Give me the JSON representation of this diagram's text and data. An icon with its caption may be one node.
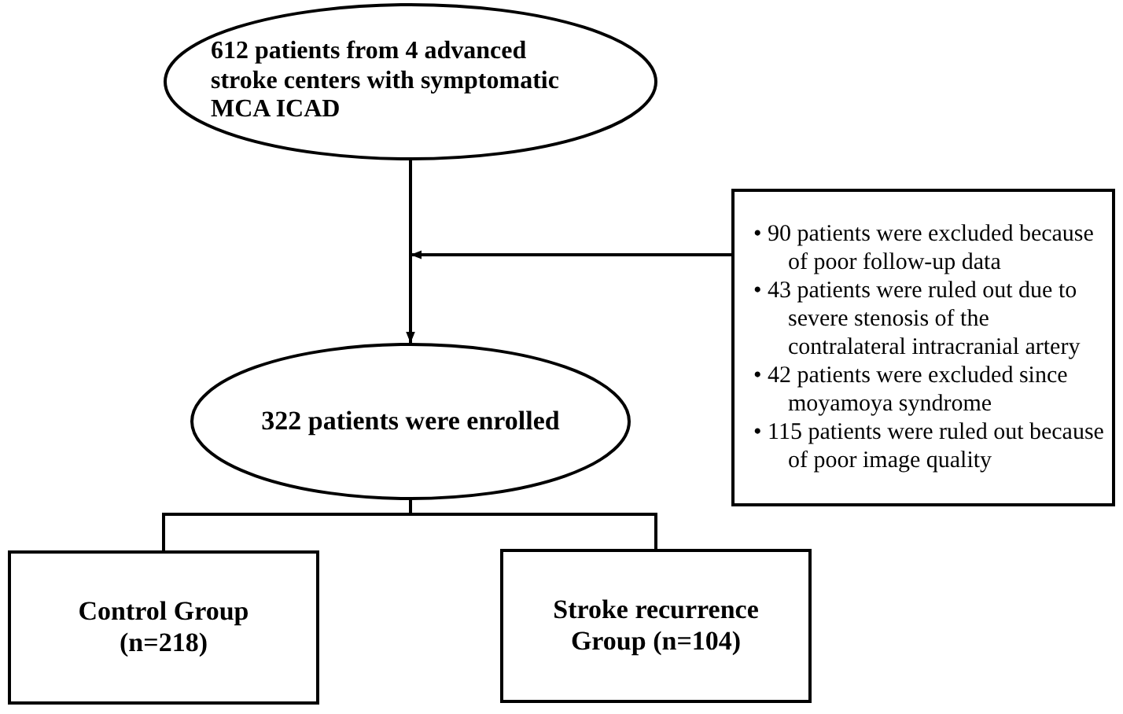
{
  "diagram": {
    "nodes": [
      {
        "text": [
          "612 patients from 4 advanced stroke centers with symptomatic MCA ICAD"
        ]
      },
      {
        "text": [
          "• 90 patients were excluded because of poor follow-up data",
          "• 43 patients were ruled out due to severe stenosis of the contralateral intracranial artery",
          "• 42 patients were excluded since moyamoya syndrome",
          "• 115 patients were ruled out because of poor image quality"
        ]
      },
      {
        "text": [
          "322 patients were enrolled"
        ]
      },
      {
        "text": [
          "Control Group (n=218)"
        ]
      },
      {
        "text": [
          "Stroke recurrence Group (n=104)"
        ]
      }
    ],
    "edges": [
      {
        "from": 0,
        "to": 2,
        "arrow": "to"
      },
      {
        "from": 1,
        "to": 2,
        "arrow": "to"
      },
      {
        "from": 2,
        "to": 3,
        "arrow": "none"
      },
      {
        "from": 2,
        "to": 4,
        "arrow": "none"
      }
    ]
  }
}
